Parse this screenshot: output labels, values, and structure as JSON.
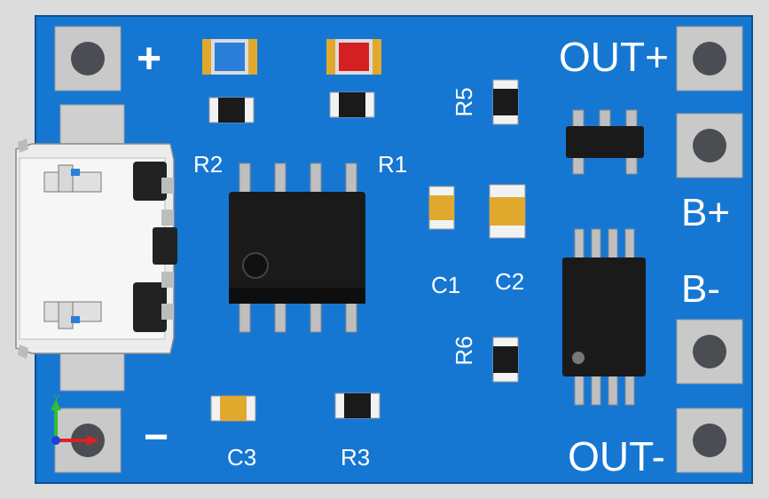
{
  "board": {
    "colors": {
      "pcb": "#1677d2",
      "pad": "#c9c9c9",
      "ic": "#1a1a1a",
      "pin": "#bfbfbf",
      "led_blue": "#2b7fd8",
      "led_red": "#d42020",
      "cap": "#e0a92d",
      "silk": "#ffffff"
    },
    "labels": {
      "plus": "+",
      "minus": "−",
      "out_plus": "OUT+",
      "out_minus": "OUT-",
      "b_plus": "B+",
      "b_minus": "B-",
      "r1": "R1",
      "r2": "R2",
      "r3": "R3",
      "r5": "R5",
      "r6": "R6",
      "c1": "C1",
      "c2": "C2",
      "c3": "C3"
    },
    "axis": {
      "x": "X",
      "y": "Y"
    }
  }
}
